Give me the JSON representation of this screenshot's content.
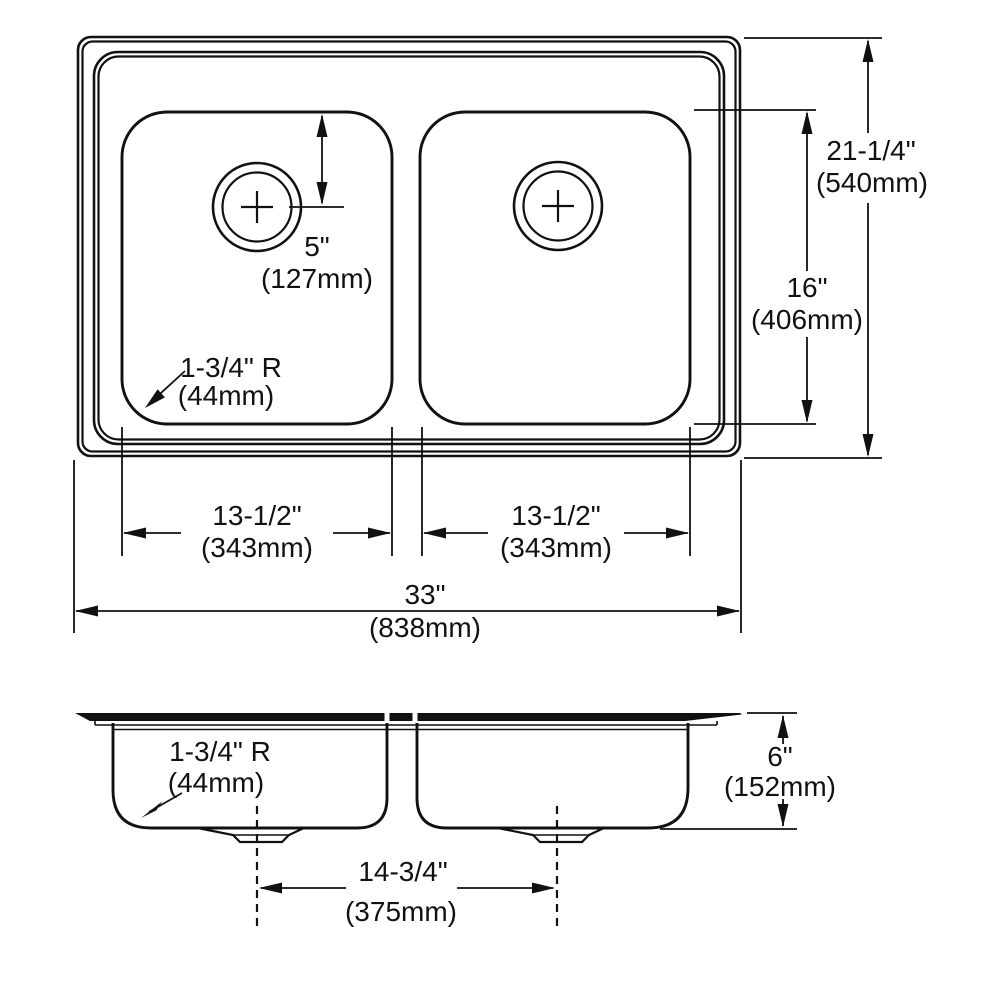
{
  "meta": {
    "title": "Double-bowl drop-in sink dimension drawing",
    "ink_color": "#111111",
    "background_color": "#ffffff"
  },
  "top_view": {
    "faucet_offset": {
      "inches": "5\"",
      "metric": "(127mm)"
    },
    "bowl_corner_radius": {
      "inches": "1-3/4\" R",
      "metric": "(44mm)"
    },
    "left_bowl_width": {
      "inches": "13-1/2\"",
      "metric": "(343mm)"
    },
    "right_bowl_width": {
      "inches": "13-1/2\"",
      "metric": "(343mm)"
    },
    "overall_width": {
      "inches": "33\"",
      "metric": "(838mm)"
    },
    "bowl_front_to_back": {
      "inches": "16\"",
      "metric": "(406mm)"
    },
    "overall_front_to_back": {
      "inches": "21-1/4\"",
      "metric": "(540mm)"
    }
  },
  "side_view": {
    "bowl_bottom_radius": {
      "inches": "1-3/4\" R",
      "metric": "(44mm)"
    },
    "drain_spacing": {
      "inches": "14-3/4\"",
      "metric": "(375mm)"
    },
    "bowl_depth": {
      "inches": "6\"",
      "metric": "(152mm)"
    }
  }
}
